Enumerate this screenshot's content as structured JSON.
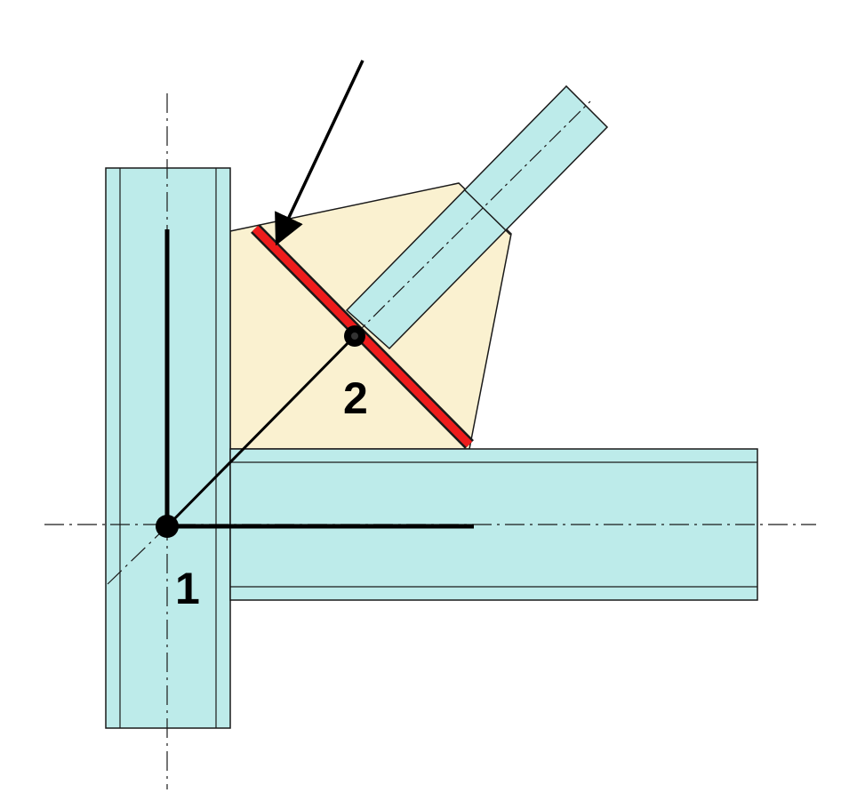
{
  "labels": {
    "node_1": "1",
    "node_2": "2"
  },
  "colors": {
    "member_fill": "#bdebea",
    "plate_fill": "#faf1d0",
    "outline": "#1a1a1a",
    "highlight_section": "#ee1c1c",
    "dimension_lines": "#000000"
  },
  "elements": {
    "column": "vertical-member",
    "beam": "horizontal-member",
    "brace": "diagonal-member",
    "gusset": "gusset-plate",
    "critical_section": "highlighted-section-line",
    "pointer": "arrow"
  }
}
